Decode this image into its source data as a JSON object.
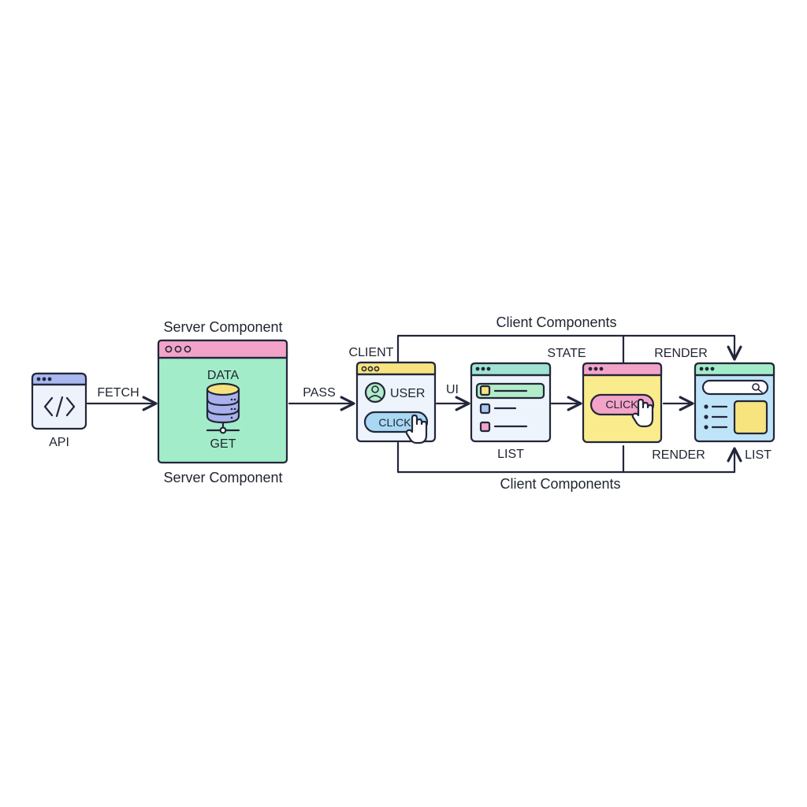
{
  "labels": {
    "api": "API",
    "fetch": "FETCH",
    "server_top": "Server Component",
    "server_bottom": "Server Component",
    "data": "DATA",
    "get": "GET",
    "pass": "PASS",
    "client": "CLIENT",
    "user": "USER",
    "click_1": "CLICK",
    "ui": "UI",
    "list_1": "LIST",
    "state": "STATE",
    "click_2": "CLICK",
    "render_top": "RENDER",
    "render_bottom": "RENDER",
    "list_2": "LIST",
    "client_components_top": "Client Components",
    "client_components_bottom": "Client Components"
  },
  "colors": {
    "api_header": "#a9b8ee",
    "api_body": "#eef3fb",
    "server_header": "#f4a3c8",
    "server_body": "#a3ecc9",
    "database": "#a9b1ec",
    "database_top": "#f6e27d",
    "client_header": "#f8e47f",
    "client_body": "#eef4fb",
    "button_blue": "#a8d8f4",
    "list_header": "#9fe3d2",
    "list_body": "#eef4fb",
    "list_row_green": "#b2ecc9",
    "state_header": "#f4a3c8",
    "state_body": "#faeb8c",
    "button_pink": "#f4a3c8",
    "render_header": "#a3ecc9",
    "render_body": "#bfe4f8",
    "render_square": "#f8e47f",
    "dot_pink": "#f4a3c8",
    "dot_yellow": "#f8e47f",
    "dot_teal": "#9fe3d2",
    "bullet_yellow": "#f8e47f",
    "bullet_blue": "#a8c4f0",
    "bullet_pink": "#f4a3c8",
    "ink": "#23263a"
  },
  "icons": {
    "api": "code-icon",
    "database": "database-icon",
    "user": "user-icon",
    "cursor": "hand-pointer-icon",
    "search": "search-icon"
  }
}
